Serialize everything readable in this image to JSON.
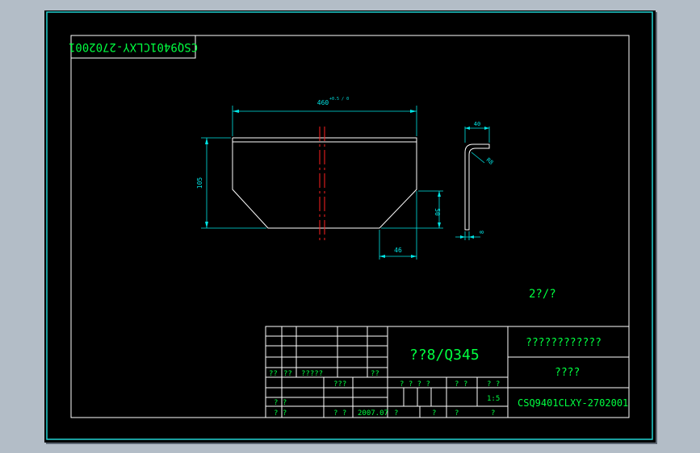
{
  "colors": {
    "background": "#b3bdc7",
    "sheet": "#000000",
    "frame": "#22d3d3",
    "outline": "#ffffff",
    "dimension": "#00e5e5",
    "centerline": "#ff2020",
    "titleblock_text": "#00ff40"
  },
  "drawing": {
    "rotated_code": "CSQ9401CLXY-2702001",
    "view_note": "2?/?",
    "front_view": {
      "top_width_label": "460",
      "top_width_tol": "+0.5 / 0",
      "height_label": "105",
      "chamfer_height_label": "50",
      "chamfer_width_label": "46"
    },
    "side_view": {
      "flange_width_label": "40",
      "bend_radius_label": "R8",
      "thickness_label": "8"
    }
  },
  "title_block": {
    "material": "??8/Q345",
    "company": "????????????",
    "part_name": "????",
    "drawing_number": "CSQ9401CLXY-2702001",
    "scale": "1:5",
    "date": "2007.07",
    "row_labels": {
      "r1": [
        "??",
        "??",
        "?????",
        "???",
        "??"
      ],
      "designer": "? ?",
      "designer_col2": "???",
      "checker": "? ?",
      "approver": "? ?",
      "approver_col2": "? ?",
      "stage_header": "? ? ? ?",
      "weight_header": "? ?",
      "scale_header": "? ?",
      "sheet_row": [
        "?",
        "?",
        "?",
        "?"
      ]
    }
  }
}
